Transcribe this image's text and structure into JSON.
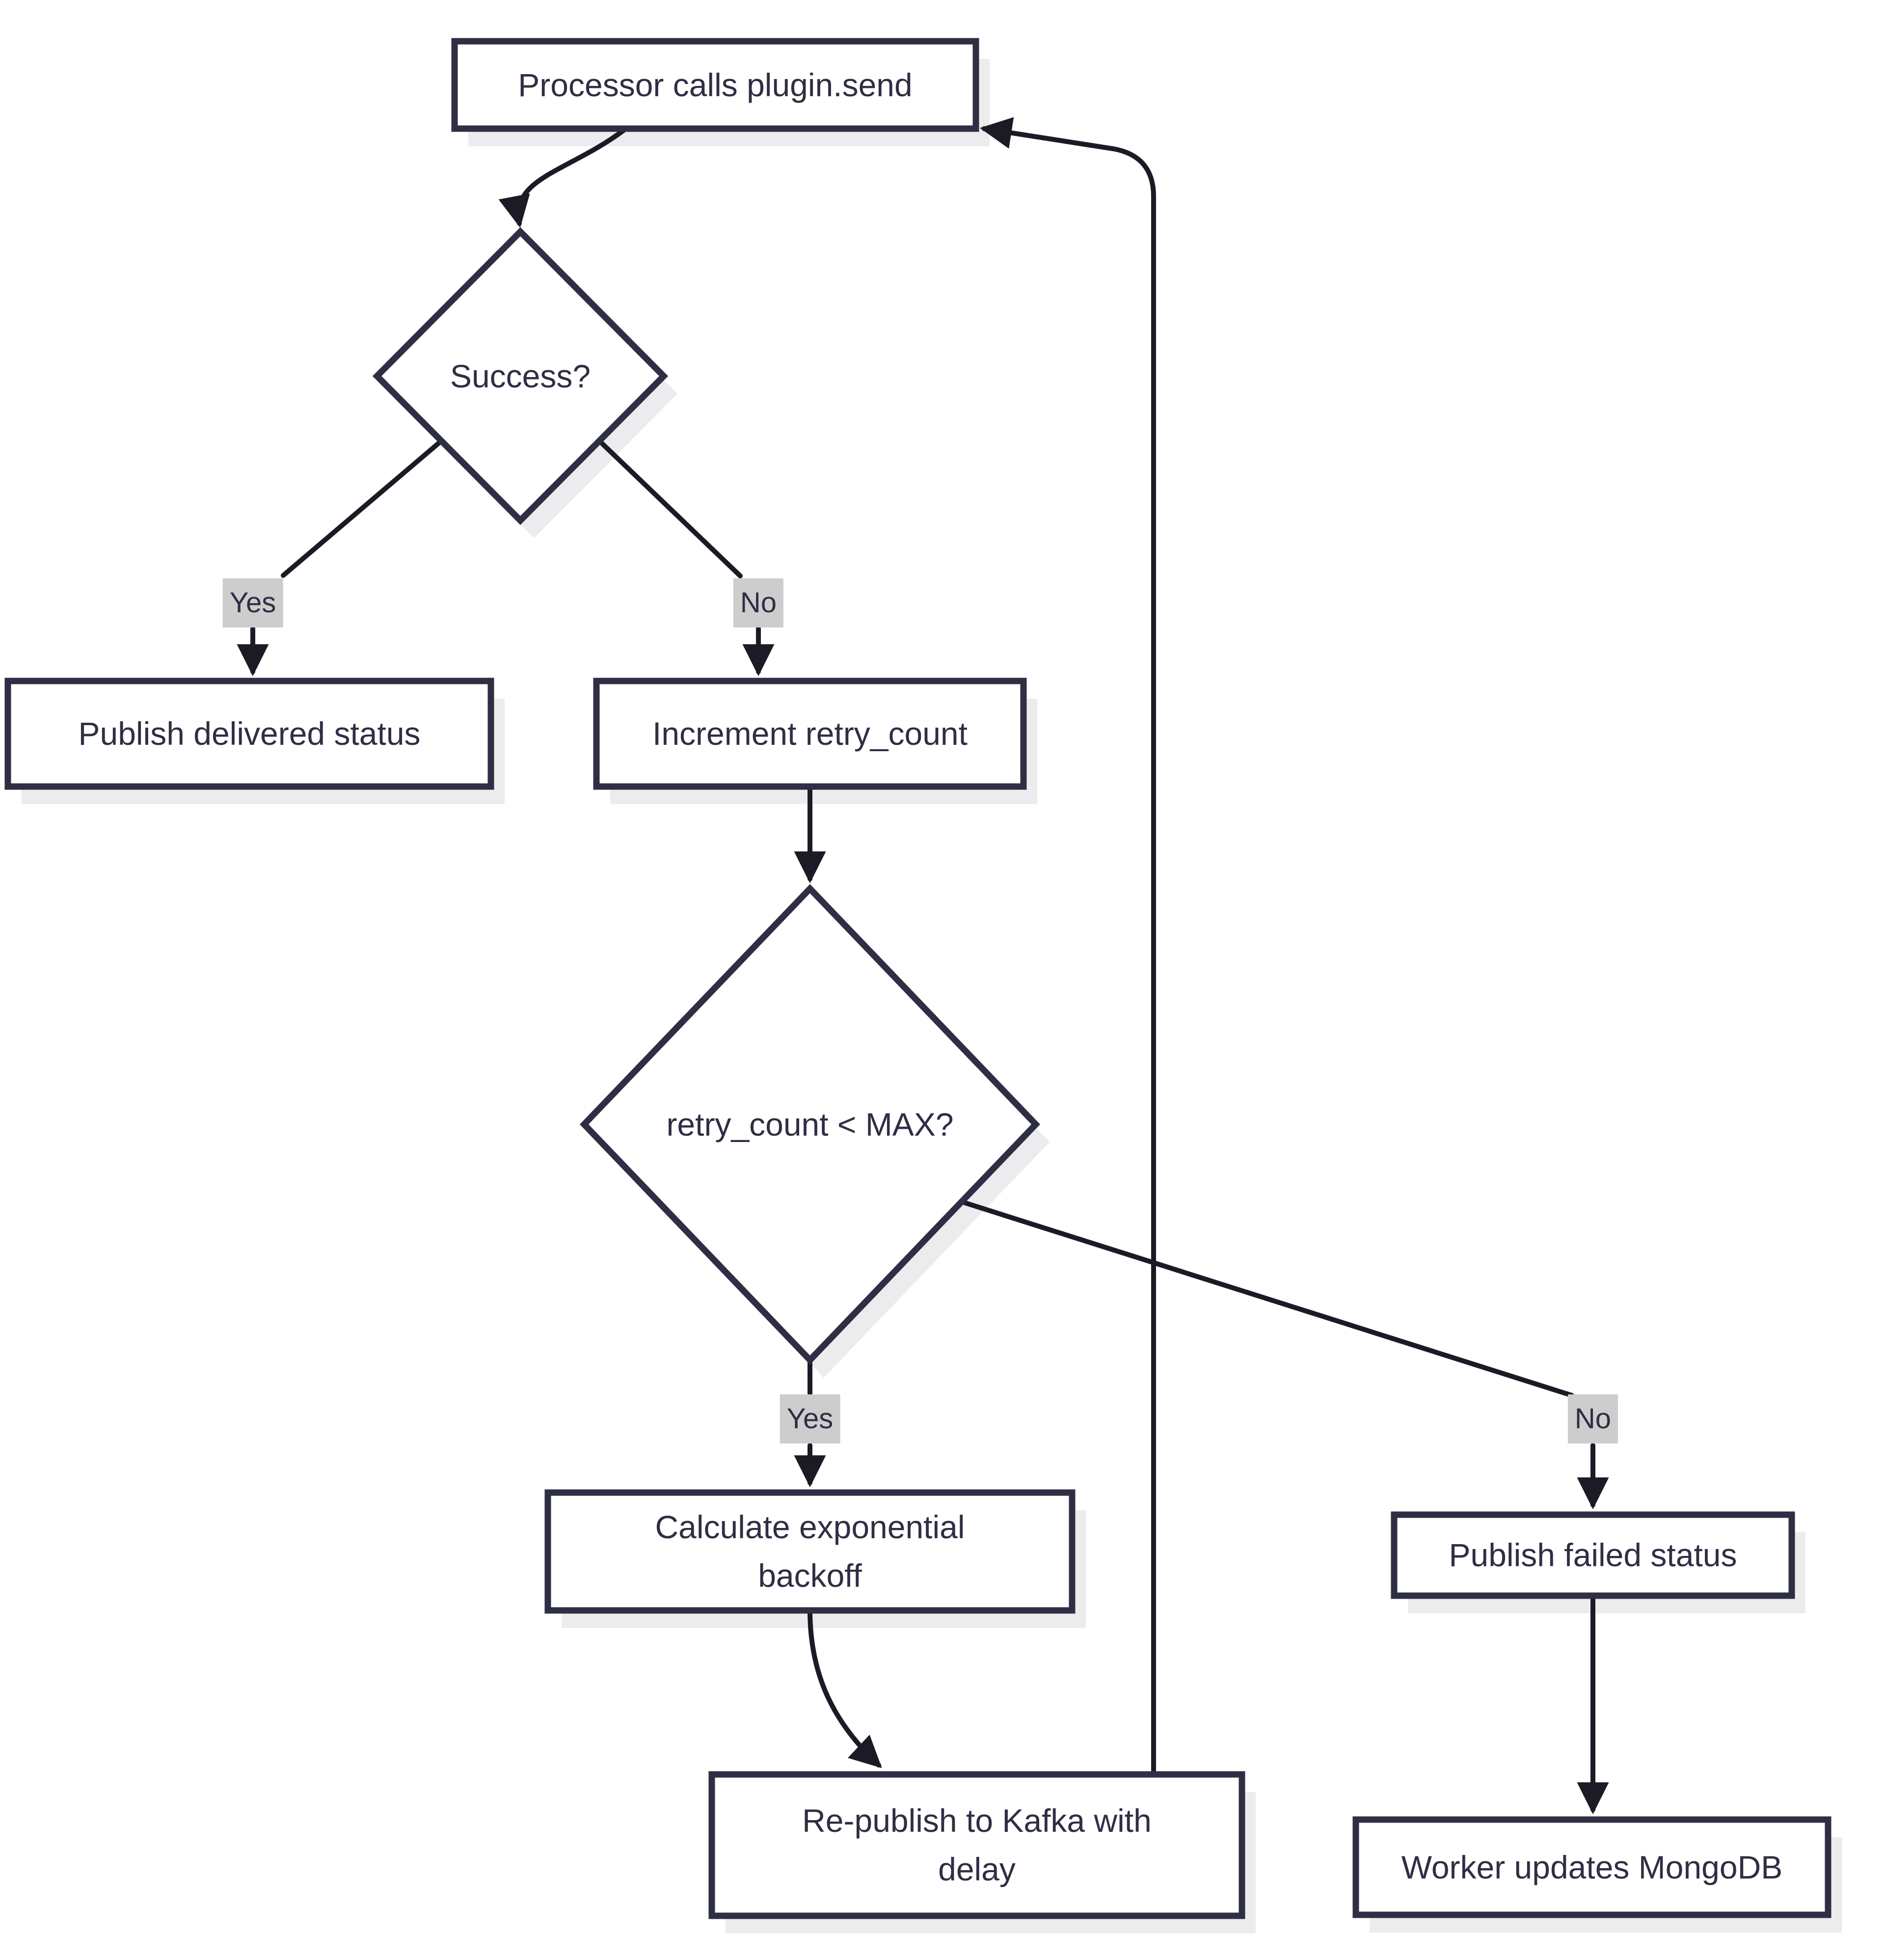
{
  "diagram": {
    "type": "flowchart",
    "direction": "top-down",
    "colors": {
      "background": "#ffffff",
      "node_fill": "#ffffff",
      "node_border": "#2e2e44",
      "node_text": "#2e2e44",
      "edge_line": "#1b1b26",
      "edge_label_bg": "#cdcdcd",
      "edge_label_text": "#2e2e44",
      "shadow": "#ececee"
    },
    "nodes": [
      {
        "id": "start",
        "shape": "rect",
        "label": "Processor calls plugin.send"
      },
      {
        "id": "success",
        "shape": "diamond",
        "label": "Success?"
      },
      {
        "id": "delivered",
        "shape": "rect",
        "label": "Publish delivered status"
      },
      {
        "id": "increment",
        "shape": "rect",
        "label": "Increment retry_count"
      },
      {
        "id": "retry-check",
        "shape": "diamond",
        "label": "retry_count < MAX?"
      },
      {
        "id": "backoff",
        "shape": "rect",
        "label": "Calculate exponential backoff"
      },
      {
        "id": "failed",
        "shape": "rect",
        "label": "Publish failed status"
      },
      {
        "id": "republish",
        "shape": "rect",
        "label": "Re-publish to Kafka with delay"
      },
      {
        "id": "mongo",
        "shape": "rect",
        "label": "Worker updates MongoDB"
      }
    ],
    "edges": [
      {
        "from": "start",
        "to": "success",
        "label": ""
      },
      {
        "from": "success",
        "to": "delivered",
        "label": "Yes"
      },
      {
        "from": "success",
        "to": "increment",
        "label": "No"
      },
      {
        "from": "increment",
        "to": "retry-check",
        "label": ""
      },
      {
        "from": "retry-check",
        "to": "backoff",
        "label": "Yes"
      },
      {
        "from": "retry-check",
        "to": "failed",
        "label": "No"
      },
      {
        "from": "backoff",
        "to": "republish",
        "label": ""
      },
      {
        "from": "republish",
        "to": "start",
        "label": ""
      },
      {
        "from": "failed",
        "to": "mongo",
        "label": ""
      }
    ]
  }
}
